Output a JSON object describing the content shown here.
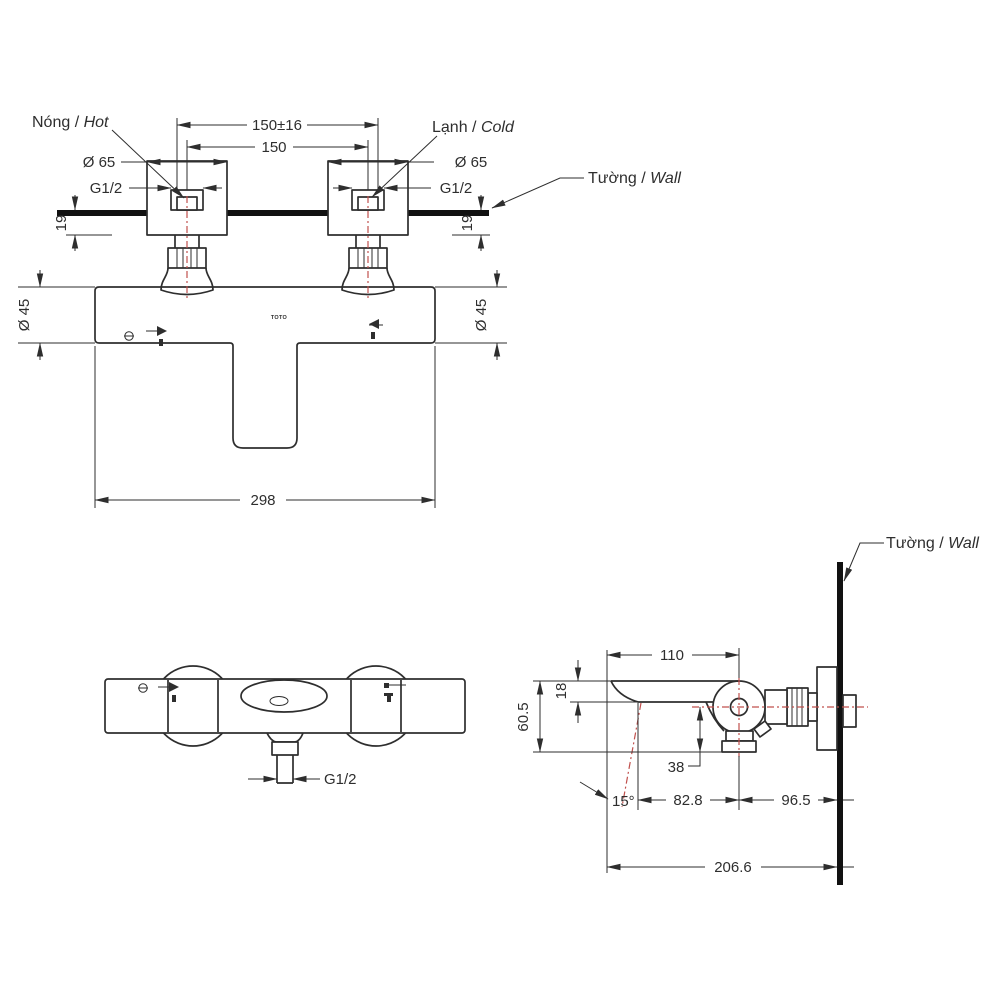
{
  "drawing": {
    "background": "#ffffff",
    "line_color": "#2e2e2e",
    "wall_color": "#111111",
    "centerline_color": "#c0504d",
    "logo": "TOTO",
    "labels": {
      "hot": {
        "vi": "Nóng / ",
        "en": "Hot"
      },
      "cold": {
        "vi": "Lạnh / ",
        "en": "Cold"
      },
      "wall_top": {
        "vi": "Tường / ",
        "en": "Wall"
      },
      "wall_side": {
        "vi": "Tường / ",
        "en": "Wall"
      }
    },
    "front_view": {
      "dims": {
        "spacing_tol": "150±16",
        "spacing": "150",
        "flange_l": "Ø 65",
        "flange_r": "Ø 65",
        "thread_l": "G1/2",
        "thread_r": "G1/2",
        "wall_thk_l": "19",
        "wall_thk_r": "19",
        "body_dia_l": "Ø 45",
        "body_dia_r": "Ø 45",
        "overall": "298"
      }
    },
    "top_view": {
      "dims": {
        "outlet_thread": "G1/2"
      }
    },
    "side_view": {
      "dims": {
        "reach": "110",
        "drop": "18",
        "height": "60.5",
        "outlet": "38",
        "angle": "15°",
        "spout_x": "82.8",
        "body_x": "96.5",
        "overall": "206.6"
      }
    }
  }
}
